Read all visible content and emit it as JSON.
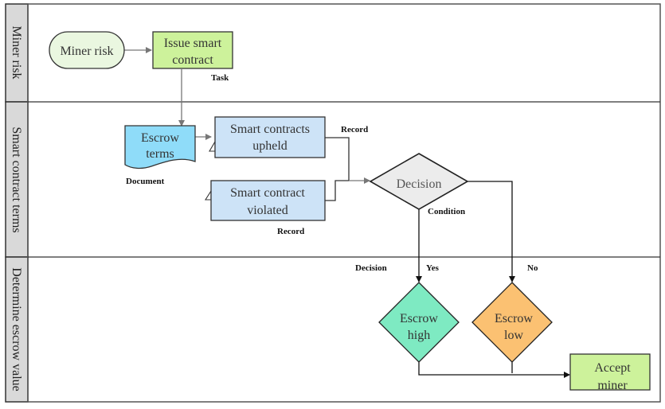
{
  "lanes": [
    {
      "label": "Miner risk"
    },
    {
      "label": "Smart contract terms"
    },
    {
      "label": "Determine escrow value"
    }
  ],
  "nodes": {
    "miner_risk": {
      "line1": "Miner risk",
      "color": "#eaf7e0"
    },
    "issue_contract": {
      "line1": "Issue smart",
      "line2": "contract",
      "color": "#cdf29b"
    },
    "escrow_terms": {
      "line1": "Escrow",
      "line2": "terms",
      "color": "#8fdcf9"
    },
    "contracts_upheld": {
      "line1": "Smart contracts",
      "line2": "upheld",
      "color": "#cde3f7"
    },
    "contract_violated": {
      "line1": "Smart contract",
      "line2": "violated",
      "color": "#cde3f7"
    },
    "decision": {
      "line1": "Decision",
      "color": "#ececec"
    },
    "escrow_high": {
      "line1": "Escrow",
      "line2": "high",
      "color": "#7eeac2"
    },
    "escrow_low": {
      "line1": "Escrow",
      "line2": "low",
      "color": "#fbc172"
    },
    "accept_miner": {
      "line1": "Accept",
      "line2": "miner",
      "color": "#cdf29b"
    }
  },
  "tags": {
    "task": "Task",
    "document": "Document",
    "record_upheld": "Record",
    "record_violated": "Record",
    "condition": "Condition",
    "decision": "Decision",
    "yes": "Yes",
    "no": "No"
  }
}
